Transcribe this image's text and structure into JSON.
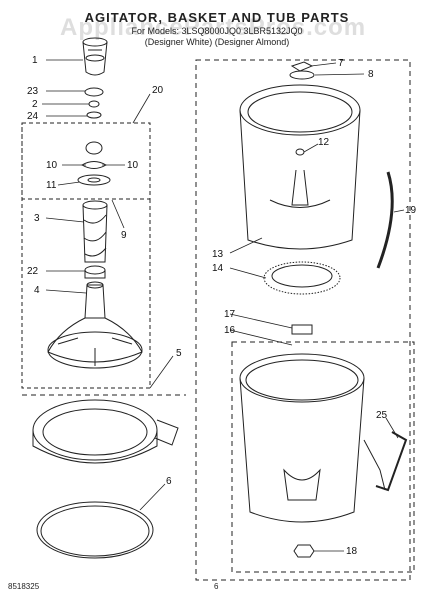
{
  "title": "AGITATOR, BASKET AND TUB PARTS",
  "subtitle_model": "For Models: 3LSQ8000JQ0 3LBR5132JQ0",
  "subtitle_color": "(Designer White) (Designer Almond)",
  "watermark": "AppliancePartsPros.com",
  "footer_code": "8518325",
  "footer_page": "6",
  "callouts": [
    "1",
    "23",
    "2",
    "24",
    "20",
    "10",
    "10",
    "11",
    "9",
    "3",
    "22",
    "4",
    "5",
    "6",
    "7",
    "8",
    "12",
    "13",
    "14",
    "17",
    "16",
    "19",
    "25",
    "18"
  ],
  "parts": [
    {
      "name": "agitator-cap-part"
    },
    {
      "name": "seal-part"
    },
    {
      "name": "cam-part"
    },
    {
      "name": "agitator-assembly-part"
    },
    {
      "name": "basket-part"
    },
    {
      "name": "tub-part"
    }
  ]
}
